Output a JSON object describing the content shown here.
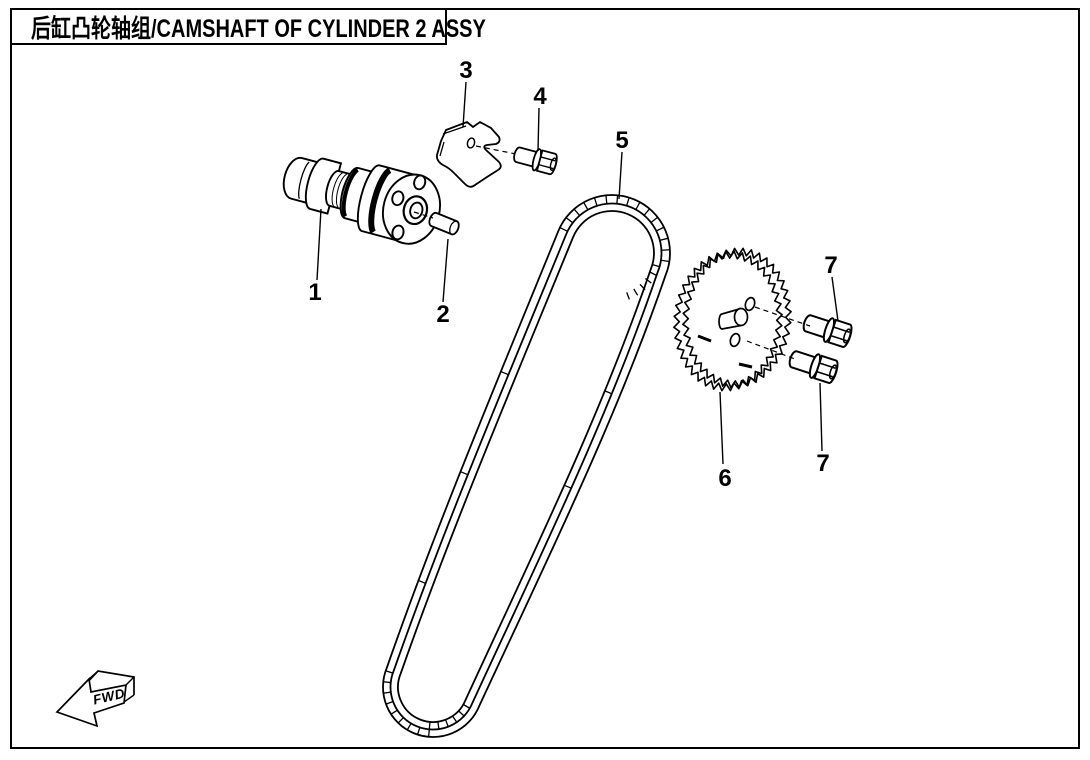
{
  "title": "后缸凸轮轴组/CAMSHAFT OF CYLINDER 2 ASSY",
  "direction_marker": {
    "label": "FWD"
  },
  "colors": {
    "ink": "#000000",
    "paper": "#ffffff"
  },
  "callouts": [
    {
      "label": "1"
    },
    {
      "label": "2"
    },
    {
      "label": "3"
    },
    {
      "label": "4"
    },
    {
      "label": "5"
    },
    {
      "label": "6"
    },
    {
      "label": "7"
    },
    {
      "label": "7"
    }
  ]
}
